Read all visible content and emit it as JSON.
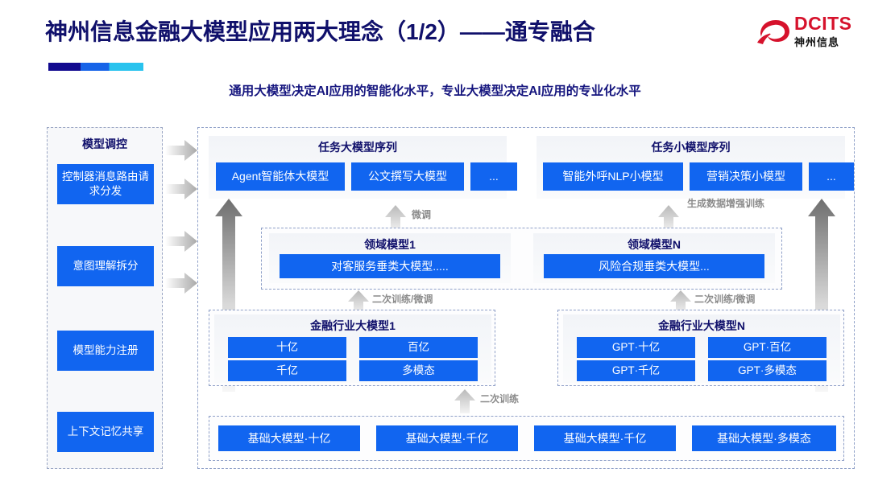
{
  "header": {
    "title": "神州信息金融大模型应用两大理念（1/2）——通专融合",
    "subtitle": "通用大模型决定AI应用的智能化水平，专业大模型决定AI应用的专业化水平",
    "logo_en": "DCITS",
    "logo_cn": "神州信息",
    "logo_icon": "dcits-swirl-logo"
  },
  "control_panel": {
    "title": "模型调控",
    "items": [
      {
        "label": "控制器消息路由请求分发"
      },
      {
        "label": "意图理解拆分"
      },
      {
        "label": "模型能力注册"
      },
      {
        "label": "上下文记忆共享"
      }
    ]
  },
  "task_large": {
    "title": "任务大模型序列",
    "items": [
      "Agent智能体大模型",
      "公文撰写大模型",
      "..."
    ]
  },
  "task_small": {
    "title": "任务小模型序列",
    "items": [
      "智能外呼NLP小模型",
      "营销决策小模型",
      "..."
    ]
  },
  "domain_models": [
    {
      "title": "领域模型1",
      "item": "对客服务垂类大模型....."
    },
    {
      "title": "领域模型N",
      "item": "风险合规垂类大模型..."
    }
  ],
  "industry_models": [
    {
      "title": "金融行业大模型1",
      "items": [
        "十亿",
        "百亿",
        "千亿",
        "多模态"
      ]
    },
    {
      "title": "金融行业大模型N",
      "items": [
        "GPT·十亿",
        "GPT·百亿",
        "GPT·千亿",
        "GPT·多模态"
      ]
    }
  ],
  "foundation_models": {
    "items": [
      "基础大模型·十亿",
      "基础大模型·千亿",
      "基础大模型·千亿",
      "基础大模型·多模态"
    ]
  },
  "arrow_labels": {
    "finetune": "微调",
    "data_aug": "生成数据增强训练",
    "retrain_finetune_left": "二次训练/微调",
    "retrain_finetune_right": "二次训练/微调",
    "retrain": "二次训练"
  },
  "colors": {
    "brand_blue": "#1165f0",
    "title_navy": "#10106b",
    "logo_red": "#d6122c",
    "arrow_gray": "#9a9a9a"
  }
}
